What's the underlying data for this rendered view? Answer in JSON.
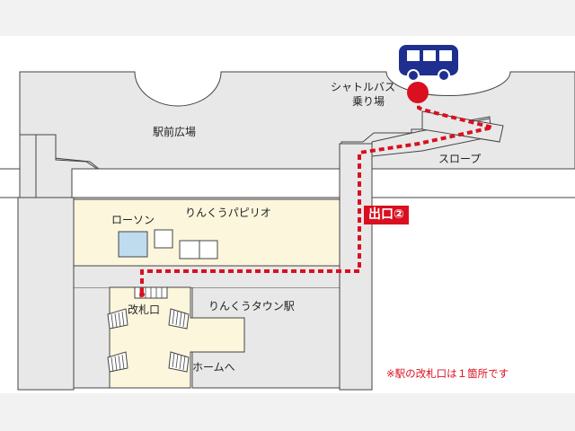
{
  "labels": {
    "station_plaza": "駅前広場",
    "shuttle_bus_stop_line1": "シャトルバス",
    "shuttle_bus_stop_line2": "乗り場",
    "slope": "スロープ",
    "exit": "出口②",
    "lawson": "ローソン",
    "rinku_pavilion": "りんくうパピリオ",
    "ticket_gate": "改札口",
    "rinku_town_station": "りんくうタウン駅",
    "to_platform": "ホームへ"
  },
  "note": "※駅の改札口は１箇所です",
  "colors": {
    "route": "#d9101f",
    "bus": "#1e2f8f",
    "building_fill": "#fbf6dc",
    "lawson_window": "#bfdcef",
    "walkway_fill": "#e8e8e8",
    "outline": "#444444"
  },
  "icons": [
    "bus-icon",
    "bus-stop-marker",
    "stairs-icon"
  ]
}
